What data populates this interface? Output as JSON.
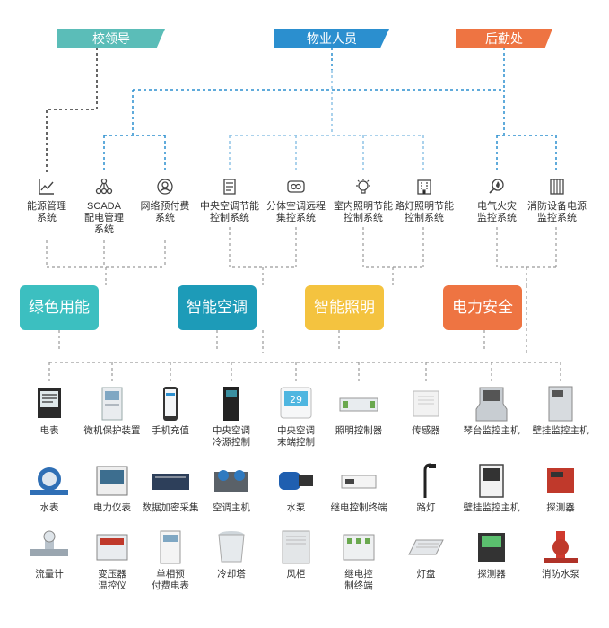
{
  "roles": [
    {
      "id": "campus-leader",
      "label": "校领导",
      "color": "#5bbdb8"
    },
    {
      "id": "property-staff",
      "label": "物业人员",
      "color": "#2b8fcf"
    },
    {
      "id": "logistics",
      "label": "后勤处",
      "color": "#ee7442"
    }
  ],
  "systems": [
    {
      "id": "energy-mgmt",
      "lines": [
        "能源管理",
        "系统"
      ],
      "icon": "trend-chart-icon"
    },
    {
      "id": "scada",
      "lines": [
        "SCADA",
        "配电管理",
        "系统"
      ],
      "icon": "network-nodes-icon"
    },
    {
      "id": "prepaid",
      "lines": [
        "网络预付费",
        "系统"
      ],
      "icon": "prepaid-meter-icon"
    },
    {
      "id": "central-ac",
      "lines": [
        "中央空调节能",
        "控制系统"
      ],
      "icon": "ac-unit-icon"
    },
    {
      "id": "split-ac",
      "lines": [
        "分体空调远程",
        "集控系统"
      ],
      "icon": "split-ac-icon"
    },
    {
      "id": "indoor-light",
      "lines": [
        "室内照明节能",
        "控制系统"
      ],
      "icon": "bulb-icon"
    },
    {
      "id": "street-light",
      "lines": [
        "路灯照明节能",
        "控制系统"
      ],
      "icon": "building-icon"
    },
    {
      "id": "fire",
      "lines": [
        "电气火灾",
        "监控系统"
      ],
      "icon": "fire-search-icon"
    },
    {
      "id": "fire-power",
      "lines": [
        "消防设备电源",
        "监控系统"
      ],
      "icon": "power-supply-icon"
    }
  ],
  "categories": [
    {
      "id": "green-energy",
      "label": "绿色用能",
      "color": "#3cbfc0"
    },
    {
      "id": "smart-ac",
      "label": "智能空调",
      "color": "#1d9bb8"
    },
    {
      "id": "smart-light",
      "label": "智能照明",
      "color": "#f4c33f"
    },
    {
      "id": "power-safety",
      "label": "电力安全",
      "color": "#ee7442"
    }
  ],
  "devices": [
    [
      {
        "id": "meter",
        "label": [
          "电表"
        ],
        "icon": "power-meter-icon"
      },
      {
        "id": "relay",
        "label": [
          "微机保护装置"
        ],
        "icon": "relay-protection-icon"
      },
      {
        "id": "phone",
        "label": [
          "手机充值"
        ],
        "icon": "smartphone-icon"
      },
      {
        "id": "central-ac-ctl",
        "label": [
          "中央空调",
          "冷源控制"
        ],
        "icon": "controller-cabinet-icon"
      },
      {
        "id": "ac-terminal",
        "label": [
          "中央空调",
          "末端控制"
        ],
        "icon": "thermostat-icon"
      },
      {
        "id": "light-ctl",
        "label": [
          "照明控制器"
        ],
        "icon": "din-module-icon"
      },
      {
        "id": "sensor",
        "label": [
          "传感器"
        ],
        "icon": "sensor-icon"
      },
      {
        "id": "desk-host",
        "label": [
          "琴台监控主机"
        ],
        "icon": "console-desk-icon"
      },
      {
        "id": "wall-host",
        "label": [
          "壁挂监控主机"
        ],
        "icon": "wall-cabinet-icon"
      }
    ],
    [
      {
        "id": "water-meter",
        "label": [
          "水表"
        ],
        "icon": "water-meter-icon"
      },
      {
        "id": "power-instrument",
        "label": [
          "电力仪表"
        ],
        "icon": "panel-meter-icon"
      },
      {
        "id": "data-collector",
        "label": [
          "数据加密采集"
        ],
        "icon": "data-collector-icon"
      },
      {
        "id": "ac-host",
        "label": [
          "空调主机"
        ],
        "icon": "chiller-icon"
      },
      {
        "id": "pump",
        "label": [
          "水泵"
        ],
        "icon": "water-pump-icon"
      },
      {
        "id": "relay-terminal",
        "label": [
          "继电控制终端"
        ],
        "icon": "relay-terminal-icon"
      },
      {
        "id": "street-lamp",
        "label": [
          "路灯"
        ],
        "icon": "street-lamp-icon"
      },
      {
        "id": "wall-host-2",
        "label": [
          "壁挂监控主机"
        ],
        "icon": "wall-monitor-icon"
      },
      {
        "id": "detector",
        "label": [
          "探测器"
        ],
        "icon": "detector-icon"
      }
    ],
    [
      {
        "id": "flow-meter",
        "label": [
          "流量计"
        ],
        "icon": "flow-meter-icon"
      },
      {
        "id": "transformer-temp",
        "label": [
          "变压器",
          "温控仪"
        ],
        "icon": "temp-controller-icon"
      },
      {
        "id": "single-prepaid",
        "label": [
          "单相预",
          "付费电表"
        ],
        "icon": "prepaid-energy-meter-icon"
      },
      {
        "id": "cooling-tower",
        "label": [
          "冷却塔"
        ],
        "icon": "cooling-tower-icon"
      },
      {
        "id": "fan-cabinet",
        "label": [
          "风柜"
        ],
        "icon": "air-handler-icon"
      },
      {
        "id": "relay-ctl",
        "label": [
          "继电控",
          "制终端"
        ],
        "icon": "relay-module-icon"
      },
      {
        "id": "lamp-panel",
        "label": [
          "灯盘"
        ],
        "icon": "lamp-panel-icon"
      },
      {
        "id": "detector-2",
        "label": [
          "探测器"
        ],
        "icon": "detector-panel-icon"
      },
      {
        "id": "fire-pump",
        "label": [
          "消防水泵"
        ],
        "icon": "fire-pump-icon"
      }
    ]
  ]
}
